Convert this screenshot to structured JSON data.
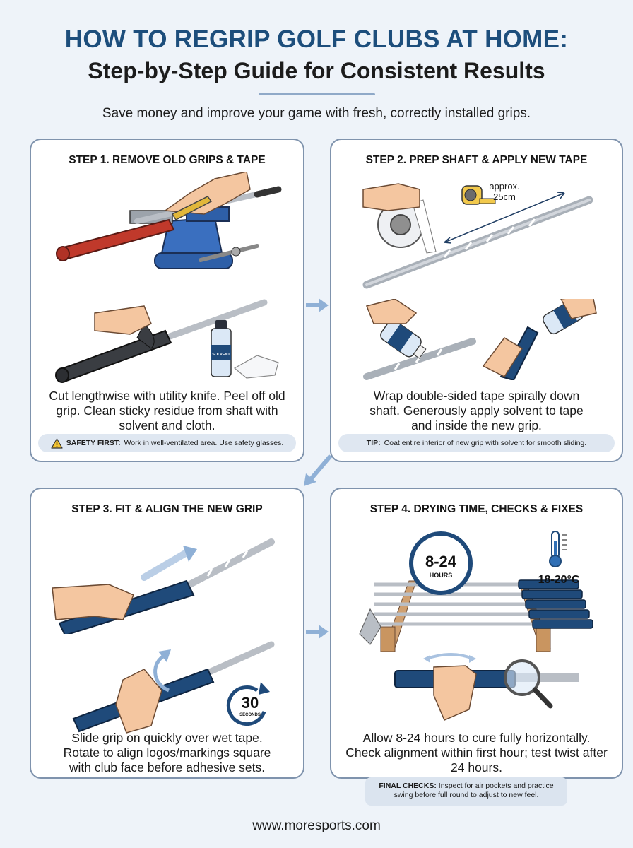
{
  "header": {
    "title": "HOW TO REGRIP GOLF CLUBS AT HOME:",
    "subtitle": "Step-by-Step Guide for Consistent Results",
    "tagline": "Save money and improve your game with fresh, correctly installed grips."
  },
  "steps": [
    {
      "title": "STEP 1. REMOVE OLD GRIPS & TAPE",
      "description": "Cut lengthwise with utility knife. Peel off old grip. Clean sticky residue from shaft with solvent and cloth.",
      "note_label": "SAFETY FIRST:",
      "note_text": "Work in well-ventilated area. Use safety glasses.",
      "note_icon": "warning-icon",
      "illustration_labels": {
        "bottle": "SOLVENT"
      }
    },
    {
      "title": "STEP 2. PREP SHAFT & APPLY NEW TAPE",
      "description": "Wrap double-sided tape spirally down shaft. Generously apply solvent to tape and inside the new grip.",
      "note_label": "TIP:",
      "note_text": "Coat entire interior of new grip with solvent for smooth sliding.",
      "illustration_labels": {
        "measure_line1": "approx.",
        "measure_line2": "25cm"
      }
    },
    {
      "title": "STEP 3. FIT & ALIGN THE NEW GRIP",
      "description": "Slide grip on quickly over wet tape. Rotate to align logos/markings square with club face before adhesive sets.",
      "illustration_labels": {
        "timer_value": "30",
        "timer_unit": "SECONDS"
      }
    },
    {
      "title": "STEP 4. DRYING TIME, CHECKS & FIXES",
      "description": "Allow 8-24 hours to cure fully horizontally. Check alignment within first hour; test twist after 24 hours.",
      "illustration_labels": {
        "clock_value": "8-24",
        "clock_unit": "HOURS",
        "temperature": "18-20°C"
      }
    }
  ],
  "final_checks": {
    "label": "FINAL CHECKS:",
    "text_line1": "Inspect for air pockets and practice",
    "text_line2": "swing before full round to adjust to new feel."
  },
  "footer": {
    "url": "www.moresports.com"
  },
  "colors": {
    "title_blue": "#1d4e7c",
    "card_border": "#7f93ad",
    "background": "#eef3f9",
    "grip_navy": "#1f4a7a",
    "arrow_blue": "#8fb0d6",
    "note_bg": "#dfe7f1"
  }
}
